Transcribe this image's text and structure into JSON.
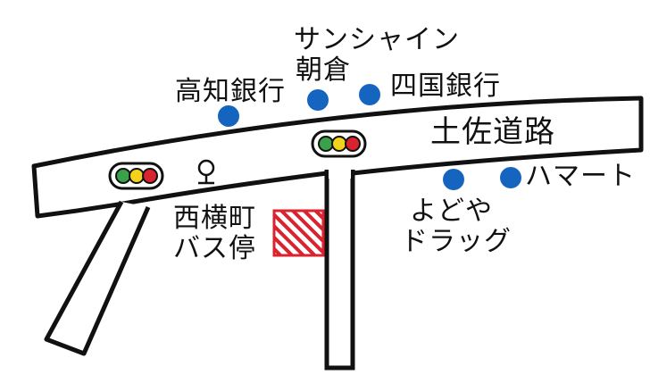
{
  "map": {
    "road_name": "土佐道路",
    "landmarks": {
      "kochi_bank": "高知銀行",
      "sunshine_line1": "サンシャイン",
      "sunshine_line2": "朝倉",
      "shikoku_bank": "四国銀行",
      "yodoya_line1": "よどや",
      "yodoya_line2": "ドラッグ",
      "hamart": "ハマート"
    },
    "bus_stop": {
      "line1": "西横町",
      "line2": "バス停"
    },
    "colors": {
      "road_outline": "#111111",
      "road_fill": "#ffffff",
      "marker": "#1565c0",
      "target_hatch": "#d9232e",
      "signal_green": "#3aa14a",
      "signal_yellow": "#f2d21b",
      "signal_red": "#d9232e"
    },
    "icons": [
      "traffic-signal-icon",
      "bus-stop-icon",
      "location-marker-icon",
      "destination-hatch"
    ]
  }
}
